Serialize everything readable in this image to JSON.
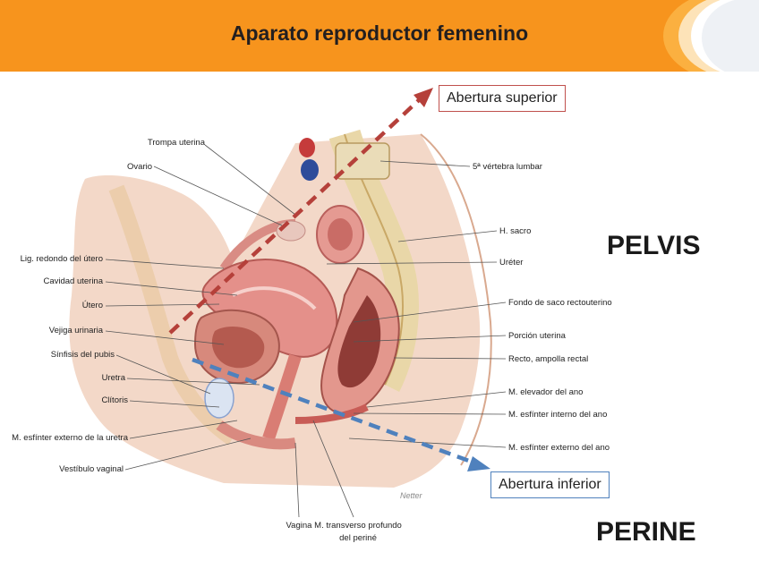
{
  "header": {
    "title": "Aparato reproductor femenino",
    "background_color": "#f7941d"
  },
  "boxes": {
    "abertura_superior": "Abertura superior",
    "abertura_inferior": "Abertura inferior"
  },
  "regions": {
    "pelvis": "PELVIS",
    "perine": "PERINE"
  },
  "labels": {
    "trompa_uterina": "Trompa uterina",
    "ovario": "Ovario",
    "lig_redondo": "Lig. redondo del útero",
    "cavidad_uterina": "Cavidad uterina",
    "utero": "Útero",
    "vejiga_urinaria": "Vejiga urinaria",
    "sinfisis_pubis": "Sínfisis del pubis",
    "uretra": "Uretra",
    "clitoris": "Clítoris",
    "m_esfinter_externo_uretra": "M. esfínter externo de la uretra",
    "vestibulo_vaginal": "Vestíbulo vaginal",
    "vagina": "Vagina",
    "m_transverso_line1": "M. transverso profundo",
    "m_transverso_line2": "del periné",
    "vertebra_lumbar": "5ª vértebra lumbar",
    "h_sacro": "H. sacro",
    "ureter": "Uréter",
    "fondo_saco": "Fondo de saco rectouterino",
    "porcion_uterina": "Porción uterina",
    "recto_ampolla": "Recto, ampolla rectal",
    "m_elevador_ano": "M. elevador del ano",
    "m_esfinter_interno_ano": "M. esfínter interno del ano",
    "m_esfinter_externo_ano": "M. esfínter externo del ano",
    "signature": "Netter"
  },
  "colors": {
    "superior_arrow": "#b5403a",
    "inferior_arrow": "#4f81bd"
  }
}
